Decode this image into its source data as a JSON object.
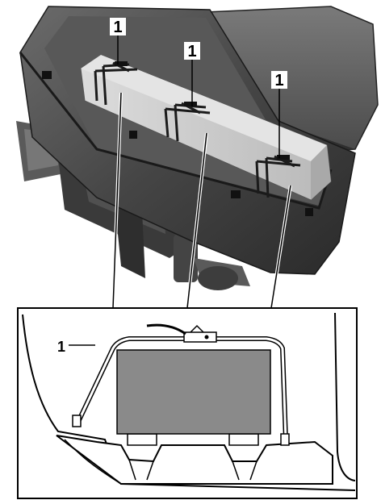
{
  "callouts": {
    "top_left": "1",
    "top_middle": "1",
    "top_right": "1",
    "detail": "1"
  },
  "colors": {
    "case_body": "#3a3a3a",
    "case_dark": "#1e1e1e",
    "case_light": "#6e6e6e",
    "bag": "#cfcfcf",
    "strap": "#1b1b1b",
    "detail_bag": "#8a8a8a",
    "line": "#000000",
    "background": "#ffffff"
  }
}
